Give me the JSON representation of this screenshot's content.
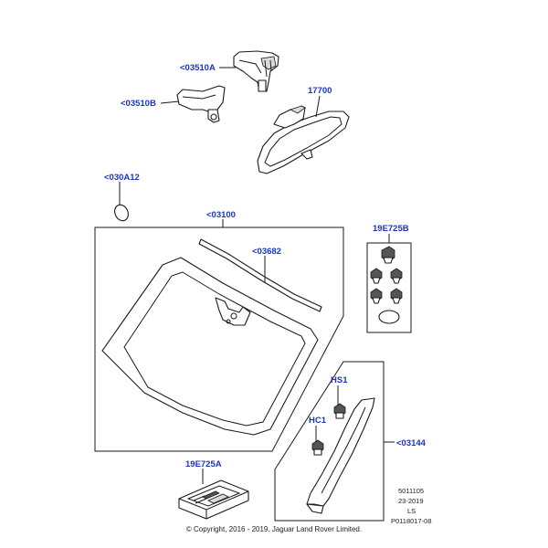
{
  "labels": {
    "mirror_cover_a": "<03510A",
    "mirror_cover_b": "<03510B",
    "rear_view_mirror": "17700",
    "sensor_pad": "<030A12",
    "windscreen": "<03100",
    "moulding": "<03682",
    "clip_kit": "19E725B",
    "clip_hs1": "HS1",
    "clip_hc1": "HC1",
    "a_pillar_trim": "<03144",
    "repair_kit": "19E725A"
  },
  "meta": {
    "line1": "5011105",
    "line2": "23-2019",
    "line3": "LS",
    "line4": "P0118017-08"
  },
  "copyright": "© Copyright, 2016 - 2019. Jaguar Land Rover Limited.",
  "colors": {
    "label": "#1a35c8",
    "line": "#1a1a1a"
  }
}
